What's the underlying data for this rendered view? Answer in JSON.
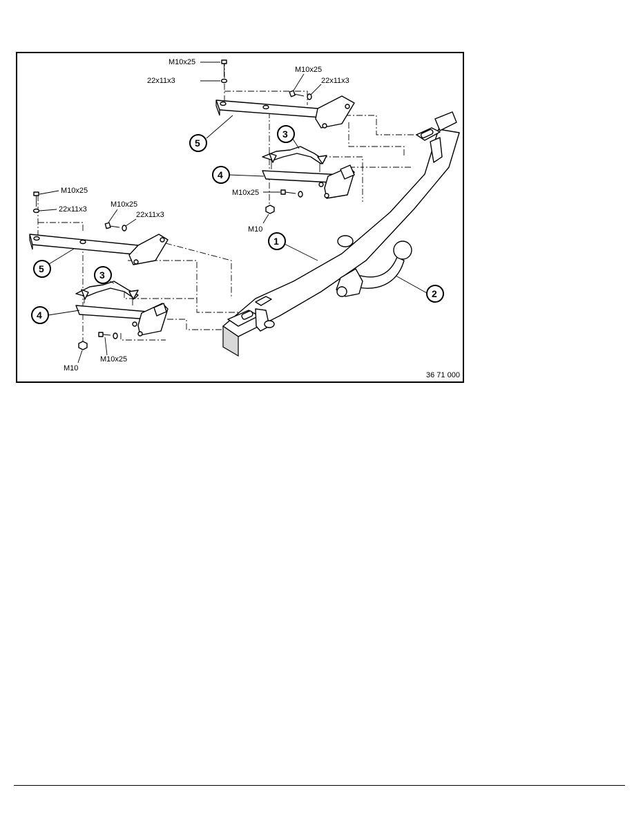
{
  "figure": {
    "reference_code": "36 71 000",
    "callouts": [
      "1",
      "2",
      "3",
      "4",
      "5"
    ],
    "fastener_labels": {
      "bolt": "M10x25",
      "washer": "22x11x3",
      "nut": "M10"
    }
  },
  "colors": {
    "line": "#000000",
    "background": "#ffffff",
    "shade": "#d8d8d8"
  }
}
